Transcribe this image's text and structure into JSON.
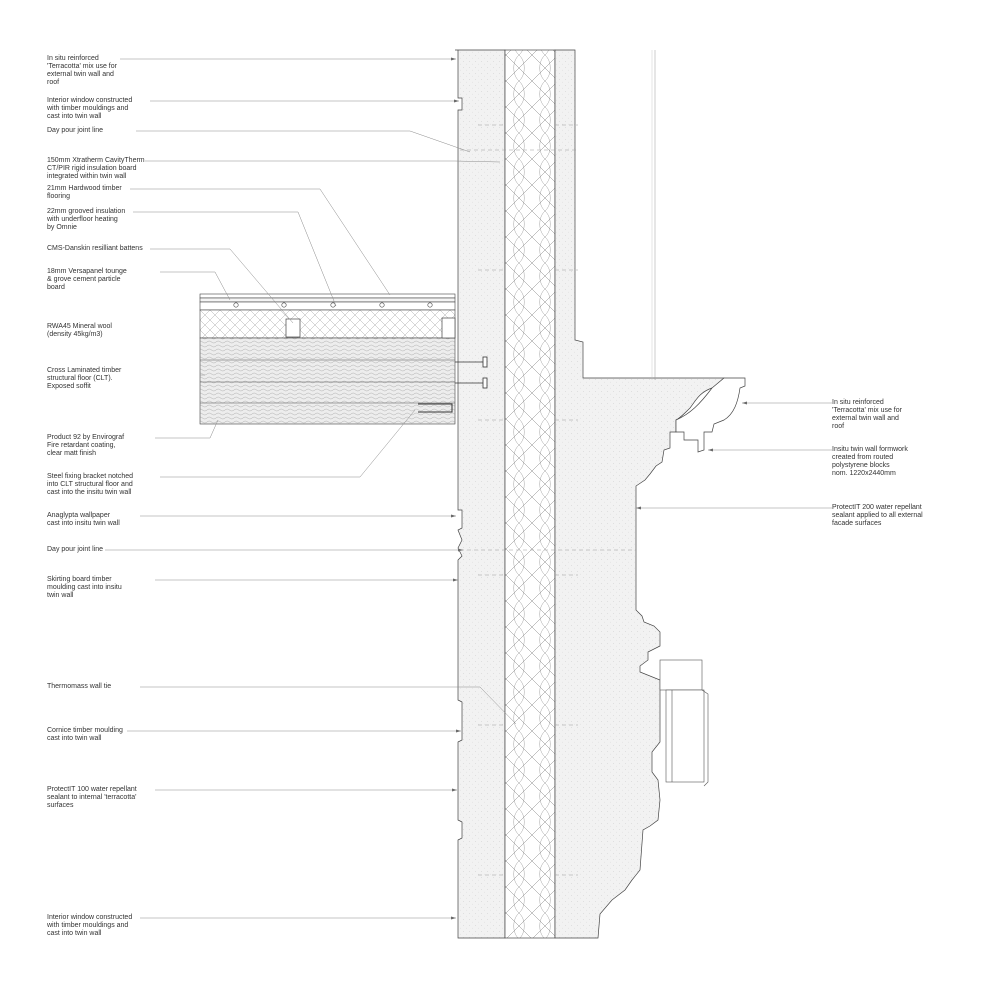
{
  "left_annotations": [
    {
      "text": "In situ reinforced\n'Terracotta' mix use for\nexternal twin wall and\nroof"
    },
    {
      "text": "Interior window constructed\nwith timber mouldings and\ncast into twin wall"
    },
    {
      "text": "Day pour joint line"
    },
    {
      "text": "150mm Xtratherm CavityTherm\nCT/PIR rigid insulation board\nintegrated within twin wall"
    },
    {
      "text": "21mm Hardwood timber\nflooring"
    },
    {
      "text": "22mm grooved insulation\nwith underfloor heating\nby Omnie"
    },
    {
      "text": "CMS-Danskin resilliant battens"
    },
    {
      "text": "18mm Versapanel tounge\n& grove cement particle\nboard"
    },
    {
      "text": "RWA45 Mineral wool\n(density 45kg/m3)"
    },
    {
      "text": "Cross Laminated timber\nstructural floor (CLT).\nExposed soffit"
    },
    {
      "text": "Product 92 by Envirograf\nFire retardant coating,\nclear matt finish"
    },
    {
      "text": "Steel fixing bracket notched\ninto CLT structural floor and\ncast into the insitu twin wall"
    },
    {
      "text": "Anaglypta wallpaper\ncast into insitu twin wall"
    },
    {
      "text": "Day pour joint line"
    },
    {
      "text": "Skirting board timber\nmoulding cast into insitu\ntwin wall"
    },
    {
      "text": "Thermomass wall tie"
    },
    {
      "text": "Cornice timber moulding\ncast into twin wall"
    },
    {
      "text": "ProtectIT 100 water repellant\nsealant to internal 'terracotta'\nsurfaces"
    },
    {
      "text": "Interior window constructed\nwith timber mouldings and\ncast into twin wall"
    }
  ],
  "right_annotations": [
    {
      "text": "In situ reinforced\n'Terracotta' mix use for\nexternal twin wall and\nroof"
    },
    {
      "text": "Insitu twin wall formwork\ncreated from routed\npolystyrene blocks\nnom. 1220x2440mm"
    },
    {
      "text": "ProtectIT 200 water repellant\nsealant applied to all external\nfacade surfaces"
    }
  ],
  "colors": {
    "line": "#333333",
    "leader": "#8a8a8a",
    "concrete_fill": "#f1f1f1",
    "timber_fill": "#e9e9e9"
  }
}
